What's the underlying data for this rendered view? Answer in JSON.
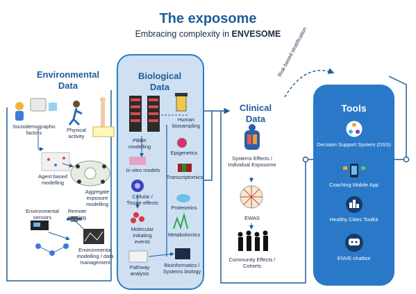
{
  "header": {
    "title": "The exposome",
    "subtitle_prefix": "Embracing complexity in ",
    "subtitle_brand": "ENVESOME"
  },
  "environmental": {
    "heading_line1": "Environmental",
    "heading_line2": "Data",
    "sociodemographic": "Sociodemographic factors",
    "physical_activity": "Physical activity",
    "agent_based": "Agent based modelling",
    "aggregate": "Aggregate exposure modelling",
    "env_sensors": "Environmental sensors",
    "remote_sensing": "Remote sensing",
    "env_modelling": "Environmental modelling / data management"
  },
  "biological": {
    "heading_line1": "Biological",
    "heading_line2": "Data",
    "human_biosampling": "Human biosampling",
    "pbbk": "PBBK modelling",
    "epigenetics": "Epigenetics",
    "in_vitro": "In vitro models",
    "transcriptomics": "Transcriptomics",
    "cellular": "Cellular / Tissue effects",
    "proteomics": "Proteomics",
    "molecular": "Molecular initiating events",
    "metabolomics": "Metabolomics",
    "pathway": "Pathway analysis",
    "bioinformatics": "Bioinformatics / Systems biology"
  },
  "clinical": {
    "heading_line1": "Clinical",
    "heading_line2": "Data",
    "systems_effects": "Systems Effects / Individual Exposome",
    "ewas": "EWAS",
    "community": "Community Effects / Cohorts"
  },
  "risk_label": "Risk-based stratification",
  "tools": {
    "heading": "Tools",
    "items": [
      {
        "label": "Decision Support System (DSS)",
        "icon": "network-icon"
      },
      {
        "label": "Coaching Mobile App",
        "icon": "mobile-app-icon"
      },
      {
        "label": "Healthy Cities Toolkit",
        "icon": "city-icon"
      },
      {
        "label": "ENVE-chatbot",
        "icon": "robot-icon"
      }
    ]
  },
  "colors": {
    "accent": "#1f5d99",
    "panel_blue": "#2a79c9",
    "panel_light": "#cfe0f3",
    "line": "#1f5d99"
  }
}
